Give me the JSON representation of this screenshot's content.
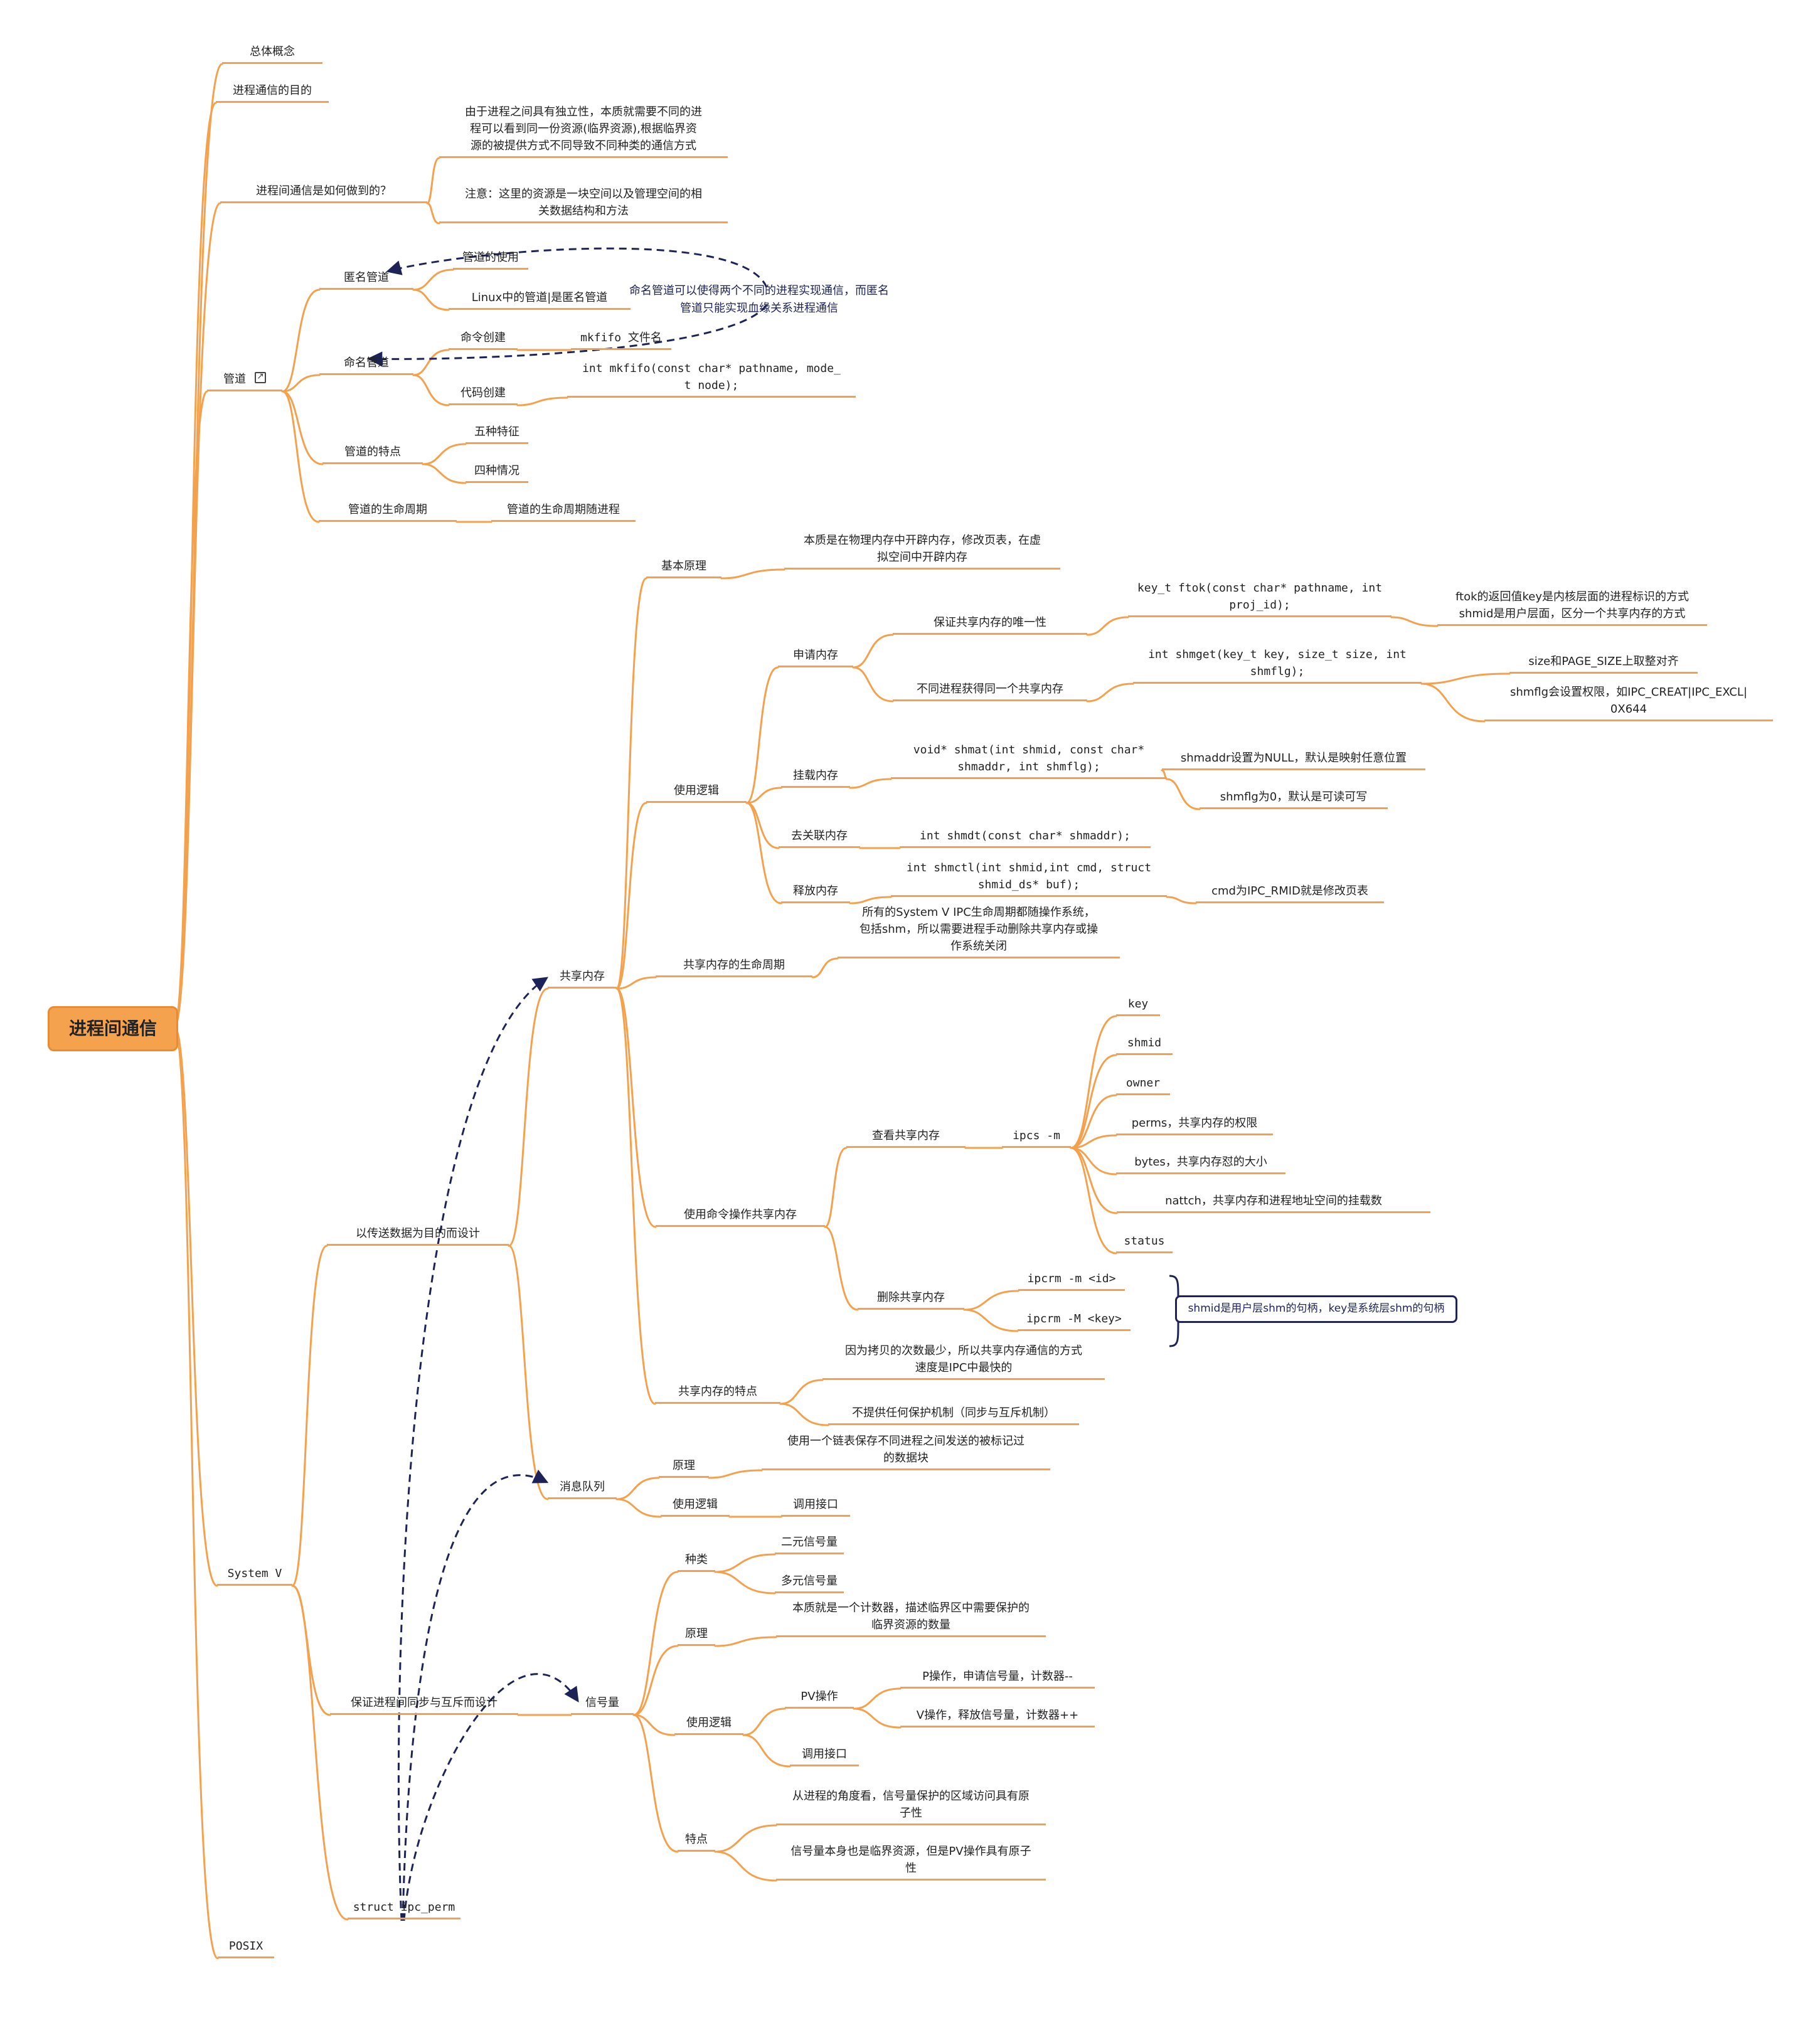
{
  "mindmap": {
    "root": "进程间通信",
    "branches": [
      {
        "label": "总体概念"
      },
      {
        "label": "进程通信的目的"
      },
      {
        "label": "进程间通信是如何做到的？",
        "children": [
          {
            "label": "由于进程之间具有独立性，本质就需要不同的进\n程可以看到同一份资源(临界资源),根据临界资\n源的被提供方式不同导致不同种类的通信方式"
          },
          {
            "label": "注意：这里的资源是一块空间以及管理空间的相\n关数据结构和方法"
          }
        ]
      },
      {
        "label": "管道",
        "children": [
          {
            "label": "匿名管道",
            "children": [
              {
                "label": "管道的使用"
              },
              {
                "label": "Linux中的管道|是匿名管道"
              }
            ]
          },
          {
            "label": "命名管道",
            "children": [
              {
                "label": "命令创建",
                "children": [
                  {
                    "label": "mkfifo 文件名"
                  }
                ]
              },
              {
                "label": "代码创建",
                "children": [
                  {
                    "label": "int mkfifo(const char* pathname, mode_\nt node);"
                  }
                ]
              }
            ]
          },
          {
            "label": "管道的特点",
            "children": [
              {
                "label": "五种特征"
              },
              {
                "label": "四种情况"
              }
            ]
          },
          {
            "label": "管道的生命周期",
            "children": [
              {
                "label": "管道的生命周期随进程"
              }
            ]
          }
        ]
      },
      {
        "label": "System V",
        "children": [
          {
            "label": "以传送数据为目的而设计",
            "children": [
              {
                "label": "共享内存",
                "children": [
                  {
                    "label": "基本原理",
                    "children": [
                      {
                        "label": "本质是在物理内存中开辟内存，修改页表，在虚\n拟空间中开辟内存"
                      }
                    ]
                  },
                  {
                    "label": "使用逻辑",
                    "children": [
                      {
                        "label": "申请内存",
                        "children": [
                          {
                            "label": "保证共享内存的唯一性",
                            "children": [
                              {
                                "label": "key_t ftok(const char* pathname, int\nproj_id);",
                                "children": [
                                  {
                                    "label": "ftok的返回值key是内核层面的进程标识的方式\nshmid是用户层面，区分一个共享内存的方式"
                                  }
                                ]
                              }
                            ]
                          },
                          {
                            "label": "不同进程获得同一个共享内存",
                            "children": [
                              {
                                "label": "int shmget(key_t key, size_t size, int\nshmflg);",
                                "children": [
                                  {
                                    "label": "size和PAGE_SIZE上取整对齐"
                                  },
                                  {
                                    "label": "shmflg会设置权限，如IPC_CREAT|IPC_EXCL|\n0X644"
                                  }
                                ]
                              }
                            ]
                          }
                        ]
                      },
                      {
                        "label": "挂载内存",
                        "children": [
                          {
                            "label": "void* shmat(int shmid, const char*\nshmaddr, int shmflg);",
                            "children": [
                              {
                                "label": "shmaddr设置为NULL，默认是映射任意位置"
                              },
                              {
                                "label": "shmflg为0，默认是可读可写"
                              }
                            ]
                          }
                        ]
                      },
                      {
                        "label": "去关联内存",
                        "children": [
                          {
                            "label": "int shmdt(const char* shmaddr);"
                          }
                        ]
                      },
                      {
                        "label": "释放内存",
                        "children": [
                          {
                            "label": "int shmctl(int shmid,int cmd, struct\nshmid_ds* buf);",
                            "children": [
                              {
                                "label": "cmd为IPC_RMID就是修改页表"
                              }
                            ]
                          }
                        ]
                      }
                    ]
                  },
                  {
                    "label": "共享内存的生命周期",
                    "children": [
                      {
                        "label": "所有的System V IPC生命周期都随操作系统，\n包括shm，所以需要进程手动删除共享内存或操\n作系统关闭"
                      }
                    ]
                  },
                  {
                    "label": "使用命令操作共享内存",
                    "children": [
                      {
                        "label": "查看共享内存",
                        "children": [
                          {
                            "label": "ipcs -m",
                            "children": [
                              {
                                "label": "key"
                              },
                              {
                                "label": "shmid"
                              },
                              {
                                "label": "owner"
                              },
                              {
                                "label": "perms，共享内存的权限"
                              },
                              {
                                "label": "bytes，共享内存怼的大小"
                              },
                              {
                                "label": "nattch，共享内存和进程地址空间的挂载数"
                              },
                              {
                                "label": "status"
                              }
                            ]
                          }
                        ]
                      },
                      {
                        "label": "删除共享内存",
                        "children": [
                          {
                            "label": "ipcrm -m <id>"
                          },
                          {
                            "label": "ipcrm -M <key>"
                          }
                        ]
                      }
                    ]
                  },
                  {
                    "label": "共享内存的特点",
                    "children": [
                      {
                        "label": "因为拷贝的次数最少，所以共享内存通信的方式\n速度是IPC中最快的"
                      },
                      {
                        "label": "不提供任何保护机制（同步与互斥机制）"
                      }
                    ]
                  }
                ]
              },
              {
                "label": "消息队列",
                "children": [
                  {
                    "label": "原理",
                    "children": [
                      {
                        "label": "使用一个链表保存不同进程之间发送的被标记过\n的数据块"
                      }
                    ]
                  },
                  {
                    "label": "使用逻辑",
                    "children": [
                      {
                        "label": "调用接口"
                      }
                    ]
                  }
                ]
              }
            ]
          },
          {
            "label": "保证进程间同步与互斥而设计",
            "children": [
              {
                "label": "信号量",
                "children": [
                  {
                    "label": "种类",
                    "children": [
                      {
                        "label": "二元信号量"
                      },
                      {
                        "label": "多元信号量"
                      }
                    ]
                  },
                  {
                    "label": "原理",
                    "children": [
                      {
                        "label": "本质就是一个计数器，描述临界区中需要保护的\n临界资源的数量"
                      }
                    ]
                  },
                  {
                    "label": "使用逻辑",
                    "children": [
                      {
                        "label": "PV操作",
                        "children": [
                          {
                            "label": "P操作，申请信号量，计数器--"
                          },
                          {
                            "label": "V操作，释放信号量，计数器++"
                          }
                        ]
                      },
                      {
                        "label": "调用接口"
                      }
                    ]
                  },
                  {
                    "label": "特点",
                    "children": [
                      {
                        "label": "从进程的角度看，信号量保护的区域访问具有原\n子性"
                      },
                      {
                        "label": "信号量本身也是临界资源，但是PV操作具有原子\n性"
                      }
                    ]
                  }
                ]
              }
            ]
          },
          {
            "label": "struct ipc_perm"
          }
        ]
      },
      {
        "label": "POSIX"
      }
    ]
  },
  "annotations": {
    "pipe_note": "命名管道可以使得两个不同的进程实现通信，而匿名\n管道只能实现血缘关系进程通信",
    "shmid_key_note": "shmid是用户层shm的句柄，key是系统层shm的句柄"
  },
  "colors": {
    "branch": "#f4a14e",
    "root_fill": "#f5a24f",
    "annotation": "#1d2357"
  }
}
